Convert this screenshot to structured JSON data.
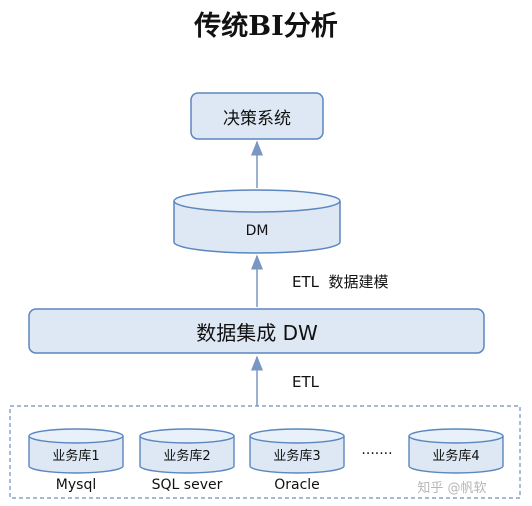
{
  "title": "传统BI分析",
  "decision_box": {
    "label": "决策系统"
  },
  "dm": {
    "label": "DM"
  },
  "etl_upper": {
    "label": "ETL  数据建模"
  },
  "dw_box": {
    "label": "数据集成 DW"
  },
  "etl_lower": {
    "label": "ETL"
  },
  "ellipsis": "·······",
  "sources": [
    {
      "label": "业务库1",
      "caption": "Mysql"
    },
    {
      "label": "业务库2",
      "caption": "SQL sever"
    },
    {
      "label": "业务库3",
      "caption": "Oracle"
    },
    {
      "label": "业务库4",
      "caption": ""
    }
  ],
  "watermark": "知乎 @帆软",
  "colors": {
    "fill": "#dde8f4",
    "stroke": "#5b86bf",
    "arrow": "#7a96c3"
  }
}
